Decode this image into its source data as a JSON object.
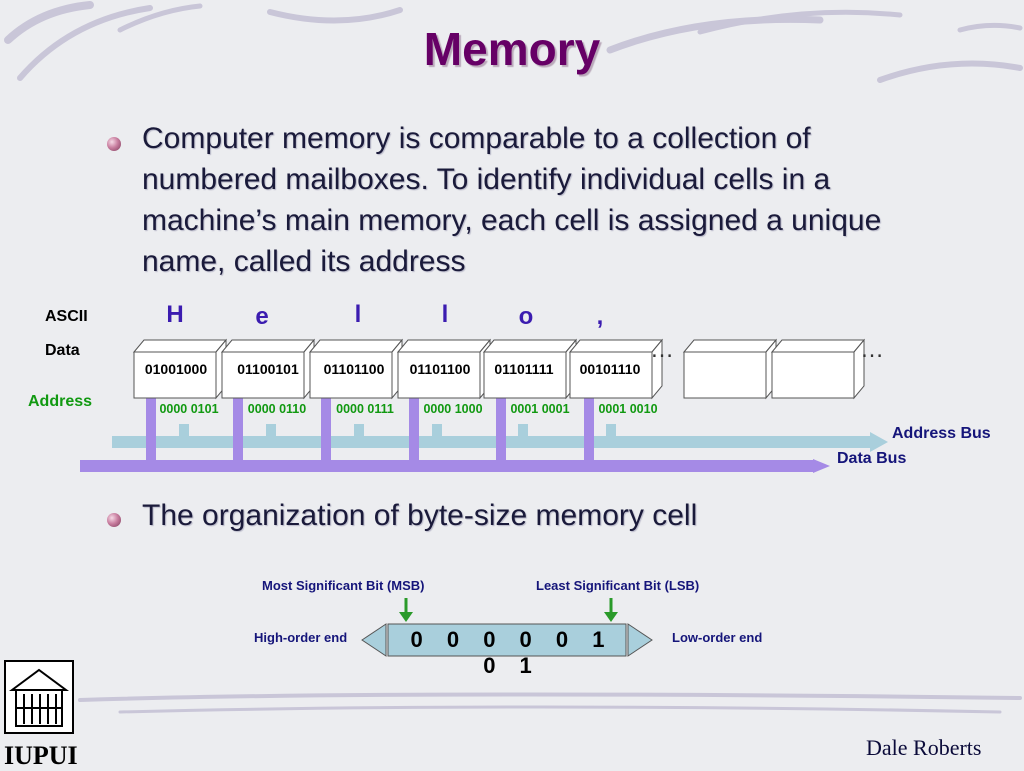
{
  "title": "Memory",
  "bullet1": {
    "lines": [
      "Computer memory is comparable to a collection of",
      "numbered mailboxes. To identify individual cells in a",
      "machine’s main memory, each cell is assigned a unique",
      "name, called its address"
    ]
  },
  "diagram": {
    "ascii_label": "ASCII",
    "data_label": "Data",
    "address_label": "Address",
    "letters": [
      "H",
      "e",
      "l",
      "l",
      "o",
      ","
    ],
    "cells": [
      "01001000",
      "01100101",
      "01101100",
      "01101100",
      "01101111",
      "00101110"
    ],
    "addresses": [
      "0000 0101",
      "0000 0110",
      "0000 0111",
      "0000 1000",
      "0001 0001",
      "0001 0010"
    ],
    "ellipsis": "…",
    "address_bus": "Address Bus",
    "data_bus": "Data Bus",
    "colors": {
      "address_bus": "#a9cfdc",
      "data_bus": "#a58ae6",
      "address_text": "#119911",
      "letters": "#3b1cb0"
    }
  },
  "bullet2": {
    "text": "The organization of byte-size memory cell"
  },
  "byte": {
    "msb_label": "Most Significant Bit (MSB)",
    "lsb_label": "Least Significant Bit (LSB)",
    "high_label": "High-order end",
    "low_label": "Low-order end",
    "bits": "0 0 0 0 0 1 0 1"
  },
  "logo": {
    "text": "IUPUI"
  },
  "footer": {
    "author": "Dale Roberts"
  }
}
